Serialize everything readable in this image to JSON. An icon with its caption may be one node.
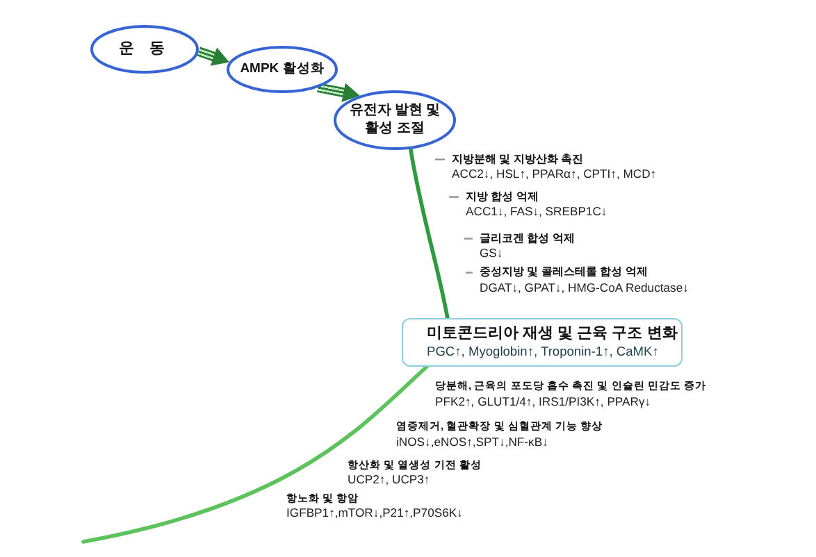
{
  "diagram": {
    "nodes": [
      {
        "text": [
          "운 동"
        ]
      },
      {
        "text": [
          "AMPK 활성화"
        ]
      },
      {
        "text": [
          "유전자 발현 및 활성 조절"
        ]
      },
      {
        "text": [
          "지방분해 및 지방산화 촉진",
          "ACC2↓, HSL↑, PPARα↑, CPTI↑, MCD↑"
        ]
      },
      {
        "text": [
          "지방 합성 억제",
          "ACC1↓, FAS↓, SREBP1C↓"
        ]
      },
      {
        "text": [
          "글리코겐 합성 억제",
          "GS↓"
        ]
      },
      {
        "text": [
          "중성지방 및 콜레스테롤 합성 억제",
          "DGAT↓, GPAT↓, HMG-CoA Reductase↓"
        ]
      },
      {
        "text": [
          "미토콘드리아 재생 및 근육 구조 변화",
          "PGC↑, Myoglobin↑, Troponin-1↑, CaMK↑"
        ]
      }
    ],
    "edges": [
      {
        "from": 0,
        "to": 1,
        "arrow": "to",
        "style": "thick",
        "color": "#2a7f36"
      },
      {
        "from": 1,
        "to": 2,
        "arrow": "to",
        "style": "thick",
        "color": "#2a7f36"
      },
      {
        "from": 2,
        "to": 7,
        "arrow": "none",
        "style": "thick",
        "color": "#2f9a3f"
      },
      {
        "from": 7,
        "to": null,
        "arrow": "none",
        "style": "thick",
        "color": "#5cc35c"
      },
      {
        "from": 3,
        "to": null,
        "arrow": "none"
      },
      {
        "from": 4,
        "to": null,
        "arrow": "none"
      },
      {
        "from": 5,
        "to": null,
        "arrow": "none"
      },
      {
        "from": 6,
        "to": null,
        "arrow": "none"
      }
    ],
    "labels": [
      "당분해, 근육의 포도당 흡수 촉진 및 인슐린 민감도 증가",
      "PFK2↑, GLUT1/4↑, IRS1/PI3K↑, PPARγ↓",
      "염증제거, 혈관확장 및 심혈관계 기능 향상",
      "iNOS↓,eNOS↑,SPT↓,NF-κB↓",
      "항산화 및 열생성 기전 활성",
      "UCP2↑, UCP3↑",
      "항노화 및 항암",
      "IGFBP1↑,mTOR↓,P21↑,P70S6K↓"
    ]
  }
}
